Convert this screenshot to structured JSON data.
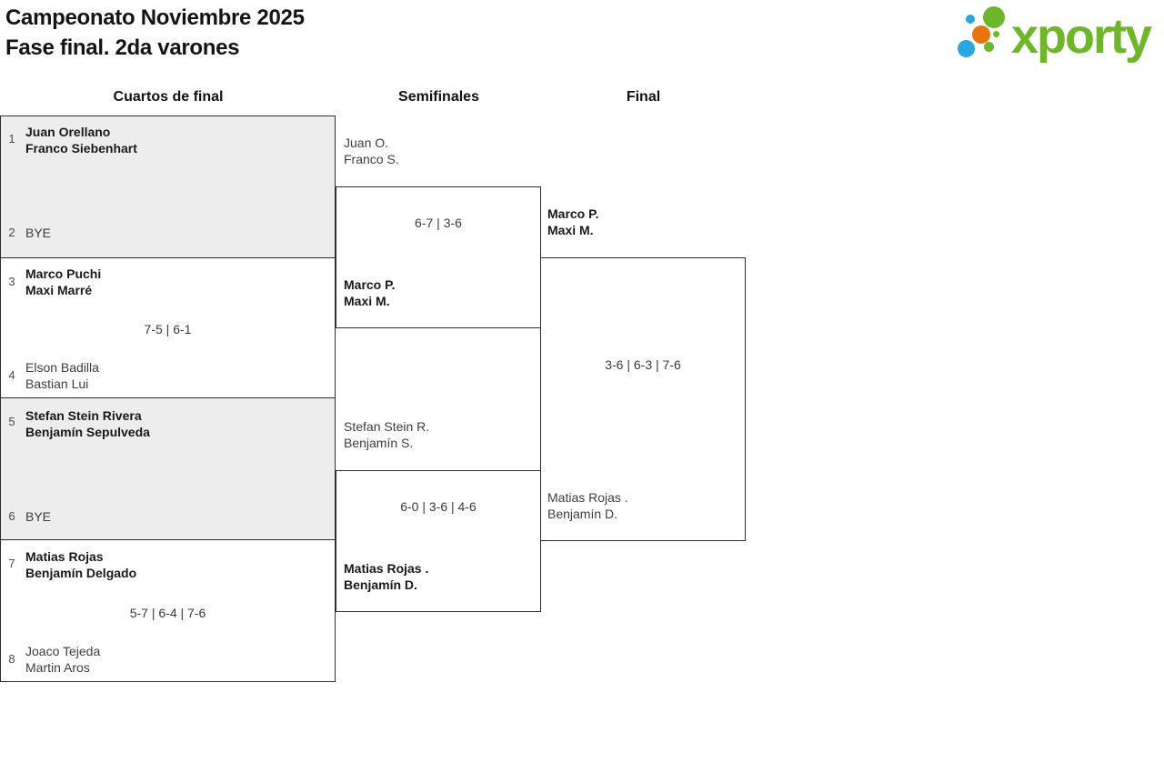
{
  "title": {
    "line1": "Campeonato Noviembre 2025",
    "line2": "Fase final. 2da varones"
  },
  "logo": {
    "text": "xporty",
    "colors": {
      "green": "#6fb62c",
      "blue": "#29a7e0",
      "orange": "#e8750c"
    }
  },
  "columns": {
    "quarterfinals": "Cuartos de final",
    "semifinals": "Semifinales",
    "final": "Final"
  },
  "quarterfinals": [
    {
      "seed1": "1",
      "team1": {
        "p1": "Juan Orellano",
        "p2": "Franco Siebenhart"
      },
      "seed2": "2",
      "team2": {
        "p1": "BYE",
        "p2": ""
      },
      "score": ""
    },
    {
      "seed1": "3",
      "team1": {
        "p1": "Marco Puchi",
        "p2": "Maxi Marré"
      },
      "seed2": "4",
      "team2": {
        "p1": "Elson Badilla",
        "p2": "Bastian Lui"
      },
      "score": "7-5 | 6-1"
    },
    {
      "seed1": "5",
      "team1": {
        "p1": "Stefan Stein Rivera",
        "p2": "Benjamín Sepulveda"
      },
      "seed2": "6",
      "team2": {
        "p1": "BYE",
        "p2": ""
      },
      "score": ""
    },
    {
      "seed1": "7",
      "team1": {
        "p1": "Matias Rojas",
        "p2": "Benjamín Delgado"
      },
      "seed2": "8",
      "team2": {
        "p1": "Joaco Tejeda",
        "p2": "Martin Aros"
      },
      "score": "5-7 | 6-4 | 7-6"
    }
  ],
  "semifinals": [
    {
      "team1": {
        "p1": "Juan O.",
        "p2": "Franco S."
      },
      "team2": {
        "p1": "Marco P.",
        "p2": "Maxi M."
      },
      "score": "6-7 | 3-6"
    },
    {
      "team1": {
        "p1": "Stefan Stein R.",
        "p2": "Benjamín S."
      },
      "team2": {
        "p1": "Matias Rojas .",
        "p2": "Benjamín D."
      },
      "score": "6-0 | 3-6 | 4-6"
    }
  ],
  "final": {
    "team1": {
      "p1": "Marco P.",
      "p2": "Maxi M."
    },
    "team2": {
      "p1": "Matias Rojas .",
      "p2": "Benjamín D."
    },
    "score": "3-6 | 6-3 | 7-6"
  }
}
